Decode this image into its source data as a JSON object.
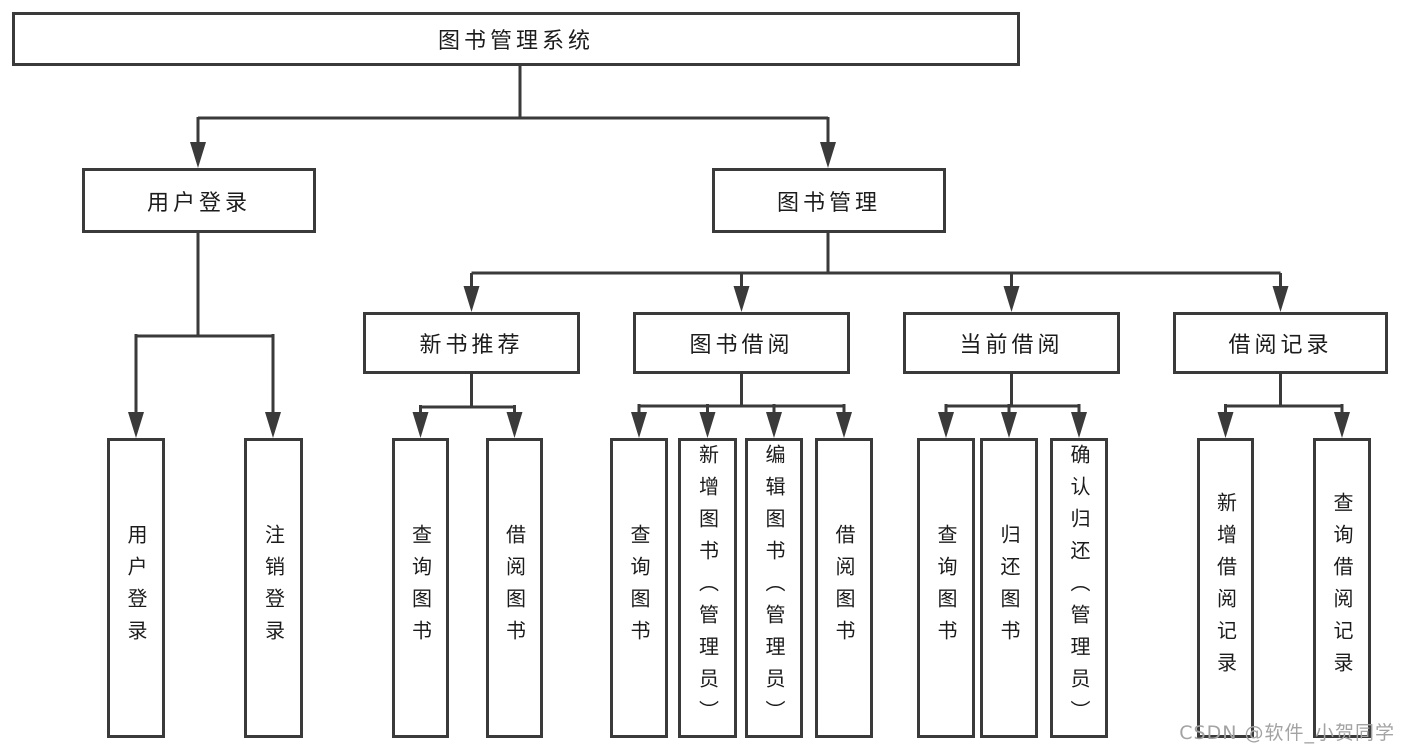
{
  "diagram_title": "图书管理系统",
  "tree": {
    "root": {
      "label": "图书管理系统"
    },
    "children": [
      {
        "label": "用户登录",
        "children": [
          {
            "label": "用户登录"
          },
          {
            "label": "注销登录"
          }
        ]
      },
      {
        "label": "图书管理",
        "children": [
          {
            "label": "新书推荐",
            "children": [
              {
                "label": "查询图书"
              },
              {
                "label": "借阅图书"
              }
            ]
          },
          {
            "label": "图书借阅",
            "children": [
              {
                "label": "查询图书"
              },
              {
                "label": "新增图书（管理员）"
              },
              {
                "label": "编辑图书（管理员）"
              },
              {
                "label": "借阅图书"
              }
            ]
          },
          {
            "label": "当前借阅",
            "children": [
              {
                "label": "查询图书"
              },
              {
                "label": "归还图书"
              },
              {
                "label": "确认归还（管理员）"
              }
            ]
          },
          {
            "label": "借阅记录",
            "children": [
              {
                "label": "新增借阅记录"
              },
              {
                "label": "查询借阅记录"
              }
            ]
          }
        ]
      }
    ]
  },
  "watermark": "CSDN @软件_小贺同学",
  "colors": {
    "line": "#3a3a3a",
    "text": "#1c1c1c",
    "watermark": "#a3a3a3",
    "background": "#ffffff"
  }
}
